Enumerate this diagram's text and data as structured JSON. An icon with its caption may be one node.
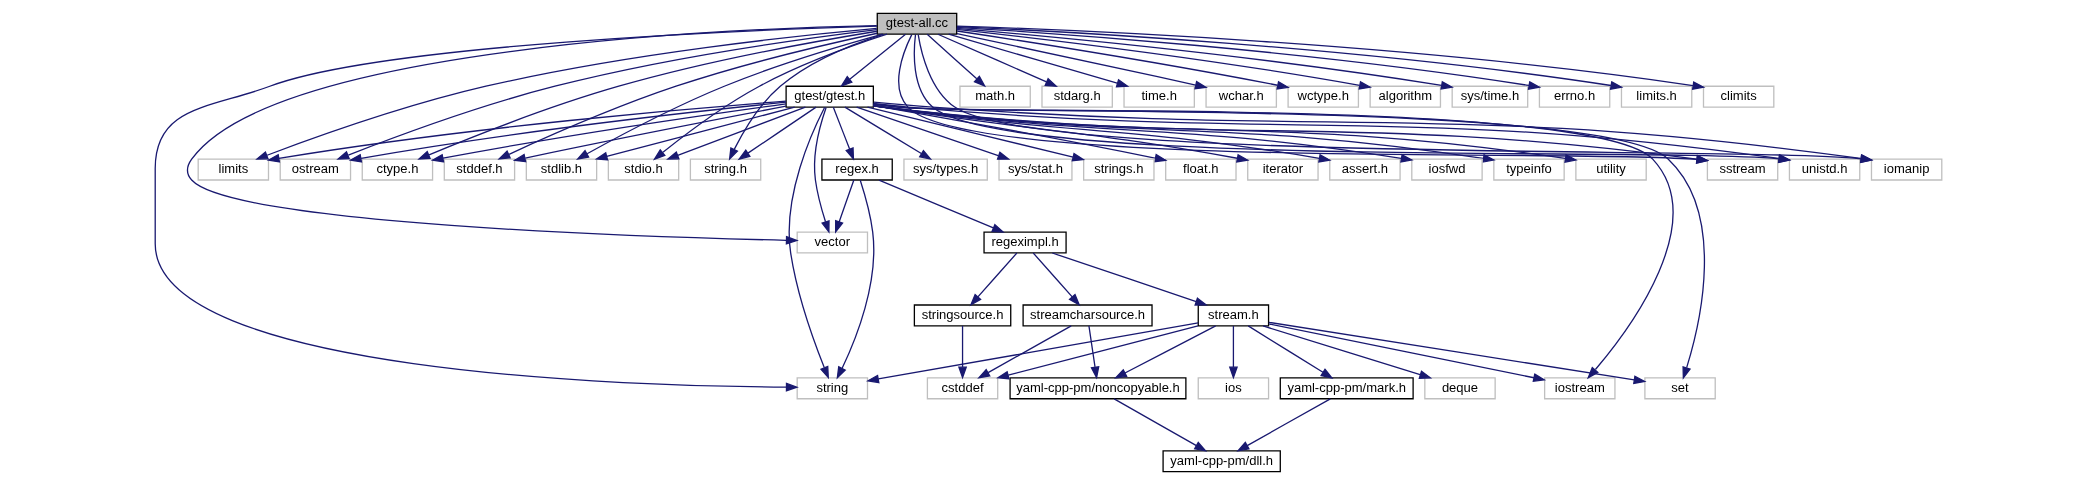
{
  "diagram": {
    "nodes": [
      {
        "text": [
          "gtest-all.cc"
        ]
      },
      {
        "text": [
          "gtest/gtest.h"
        ]
      },
      {
        "text": [
          "math.h"
        ]
      },
      {
        "text": [
          "stdarg.h"
        ]
      },
      {
        "text": [
          "time.h"
        ]
      },
      {
        "text": [
          "wchar.h"
        ]
      },
      {
        "text": [
          "wctype.h"
        ]
      },
      {
        "text": [
          "algorithm"
        ]
      },
      {
        "text": [
          "sys/time.h"
        ]
      },
      {
        "text": [
          "errno.h"
        ]
      },
      {
        "text": [
          "limits.h"
        ]
      },
      {
        "text": [
          "climits"
        ]
      },
      {
        "text": [
          "limits"
        ]
      },
      {
        "text": [
          "ostream"
        ]
      },
      {
        "text": [
          "ctype.h"
        ]
      },
      {
        "text": [
          "stddef.h"
        ]
      },
      {
        "text": [
          "stdlib.h"
        ]
      },
      {
        "text": [
          "stdio.h"
        ]
      },
      {
        "text": [
          "string.h"
        ]
      },
      {
        "text": [
          "typeinfo"
        ]
      },
      {
        "text": [
          "utility"
        ]
      },
      {
        "text": [
          "float.h"
        ]
      },
      {
        "text": [
          "iterator"
        ]
      },
      {
        "text": [
          "assert.h"
        ]
      },
      {
        "text": [
          "iosfwd"
        ]
      },
      {
        "text": [
          "regex.h"
        ]
      },
      {
        "text": [
          "sys/types.h"
        ]
      },
      {
        "text": [
          "sys/stat.h"
        ]
      },
      {
        "text": [
          "strings.h"
        ]
      },
      {
        "text": [
          "sstream"
        ]
      },
      {
        "text": [
          "unistd.h"
        ]
      },
      {
        "text": [
          "iomanip"
        ]
      },
      {
        "text": [
          "vector"
        ]
      },
      {
        "text": [
          "regeximpl.h"
        ]
      },
      {
        "text": [
          "stringsource.h"
        ]
      },
      {
        "text": [
          "streamcharsource.h"
        ]
      },
      {
        "text": [
          "stream.h"
        ]
      },
      {
        "text": [
          "string"
        ]
      },
      {
        "text": [
          "cstddef"
        ]
      },
      {
        "text": [
          "yaml-cpp-pm/noncopyable.h"
        ]
      },
      {
        "text": [
          "deque"
        ]
      },
      {
        "text": [
          "ios"
        ]
      },
      {
        "text": [
          "yaml-cpp-pm/mark.h"
        ]
      },
      {
        "text": [
          "iostream"
        ]
      },
      {
        "text": [
          "set"
        ]
      },
      {
        "text": [
          "yaml-cpp-pm/dll.h"
        ]
      }
    ],
    "edges": [
      {
        "from": 0,
        "to": 37,
        "arrow": "to"
      },
      {
        "from": 0,
        "to": 32,
        "arrow": "to"
      },
      {
        "from": 0,
        "to": 12,
        "arrow": "to"
      },
      {
        "from": 0,
        "to": 13,
        "arrow": "to"
      },
      {
        "from": 0,
        "to": 14,
        "arrow": "to"
      },
      {
        "from": 0,
        "to": 15,
        "arrow": "to"
      },
      {
        "from": 0,
        "to": 16,
        "arrow": "to"
      },
      {
        "from": 0,
        "to": 17,
        "arrow": "to"
      },
      {
        "from": 0,
        "to": 18,
        "arrow": "to"
      },
      {
        "from": 0,
        "to": 1,
        "arrow": "to"
      },
      {
        "from": 0,
        "to": 2,
        "arrow": "to"
      },
      {
        "from": 0,
        "to": 3,
        "arrow": "to"
      },
      {
        "from": 0,
        "to": 4,
        "arrow": "to"
      },
      {
        "from": 0,
        "to": 5,
        "arrow": "to"
      },
      {
        "from": 0,
        "to": 6,
        "arrow": "to"
      },
      {
        "from": 0,
        "to": 7,
        "arrow": "to"
      },
      {
        "from": 0,
        "to": 8,
        "arrow": "to"
      },
      {
        "from": 0,
        "to": 9,
        "arrow": "to"
      },
      {
        "from": 0,
        "to": 10,
        "arrow": "to"
      },
      {
        "from": 0,
        "to": 11,
        "arrow": "to"
      },
      {
        "from": 0,
        "to": 29,
        "arrow": "to"
      },
      {
        "from": 0,
        "to": 30,
        "arrow": "to"
      },
      {
        "from": 0,
        "to": 31,
        "arrow": "to"
      },
      {
        "from": 1,
        "to": 12,
        "arrow": "to"
      },
      {
        "from": 1,
        "to": 13,
        "arrow": "to"
      },
      {
        "from": 1,
        "to": 14,
        "arrow": "to"
      },
      {
        "from": 1,
        "to": 15,
        "arrow": "to"
      },
      {
        "from": 1,
        "to": 16,
        "arrow": "to"
      },
      {
        "from": 1,
        "to": 17,
        "arrow": "to"
      },
      {
        "from": 1,
        "to": 18,
        "arrow": "to"
      },
      {
        "from": 1,
        "to": 19,
        "arrow": "to"
      },
      {
        "from": 1,
        "to": 20,
        "arrow": "to"
      },
      {
        "from": 1,
        "to": 21,
        "arrow": "to"
      },
      {
        "from": 1,
        "to": 22,
        "arrow": "to"
      },
      {
        "from": 1,
        "to": 32,
        "arrow": "to"
      },
      {
        "from": 1,
        "to": 23,
        "arrow": "to"
      },
      {
        "from": 1,
        "to": 24,
        "arrow": "to"
      },
      {
        "from": 1,
        "to": 25,
        "arrow": "to"
      },
      {
        "from": 1,
        "to": 37,
        "arrow": "to"
      },
      {
        "from": 1,
        "to": 26,
        "arrow": "to"
      },
      {
        "from": 1,
        "to": 27,
        "arrow": "to"
      },
      {
        "from": 1,
        "to": 28,
        "arrow": "to"
      },
      {
        "from": 1,
        "to": 29,
        "arrow": "to"
      },
      {
        "from": 1,
        "to": 30,
        "arrow": "to"
      },
      {
        "from": 1,
        "to": 31,
        "arrow": "to"
      },
      {
        "from": 1,
        "to": 43,
        "arrow": "to"
      },
      {
        "from": 1,
        "to": 44,
        "arrow": "to"
      },
      {
        "from": 25,
        "to": 32,
        "arrow": "to"
      },
      {
        "from": 25,
        "to": 37,
        "arrow": "to"
      },
      {
        "from": 25,
        "to": 33,
        "arrow": "to"
      },
      {
        "from": 33,
        "to": 34,
        "arrow": "to"
      },
      {
        "from": 33,
        "to": 35,
        "arrow": "to"
      },
      {
        "from": 33,
        "to": 36,
        "arrow": "to"
      },
      {
        "from": 34,
        "to": 38,
        "arrow": "to"
      },
      {
        "from": 35,
        "to": 38,
        "arrow": "to"
      },
      {
        "from": 35,
        "to": 39,
        "arrow": "to"
      },
      {
        "from": 36,
        "to": 37,
        "arrow": "to"
      },
      {
        "from": 36,
        "to": 38,
        "arrow": "to"
      },
      {
        "from": 36,
        "to": 39,
        "arrow": "to"
      },
      {
        "from": 36,
        "to": 40,
        "arrow": "to"
      },
      {
        "from": 36,
        "to": 41,
        "arrow": "to"
      },
      {
        "from": 36,
        "to": 42,
        "arrow": "to"
      },
      {
        "from": 36,
        "to": 43,
        "arrow": "to"
      },
      {
        "from": 36,
        "to": 44,
        "arrow": "to"
      },
      {
        "from": 39,
        "to": 45,
        "arrow": "to"
      },
      {
        "from": 42,
        "to": 45,
        "arrow": "to"
      }
    ]
  }
}
